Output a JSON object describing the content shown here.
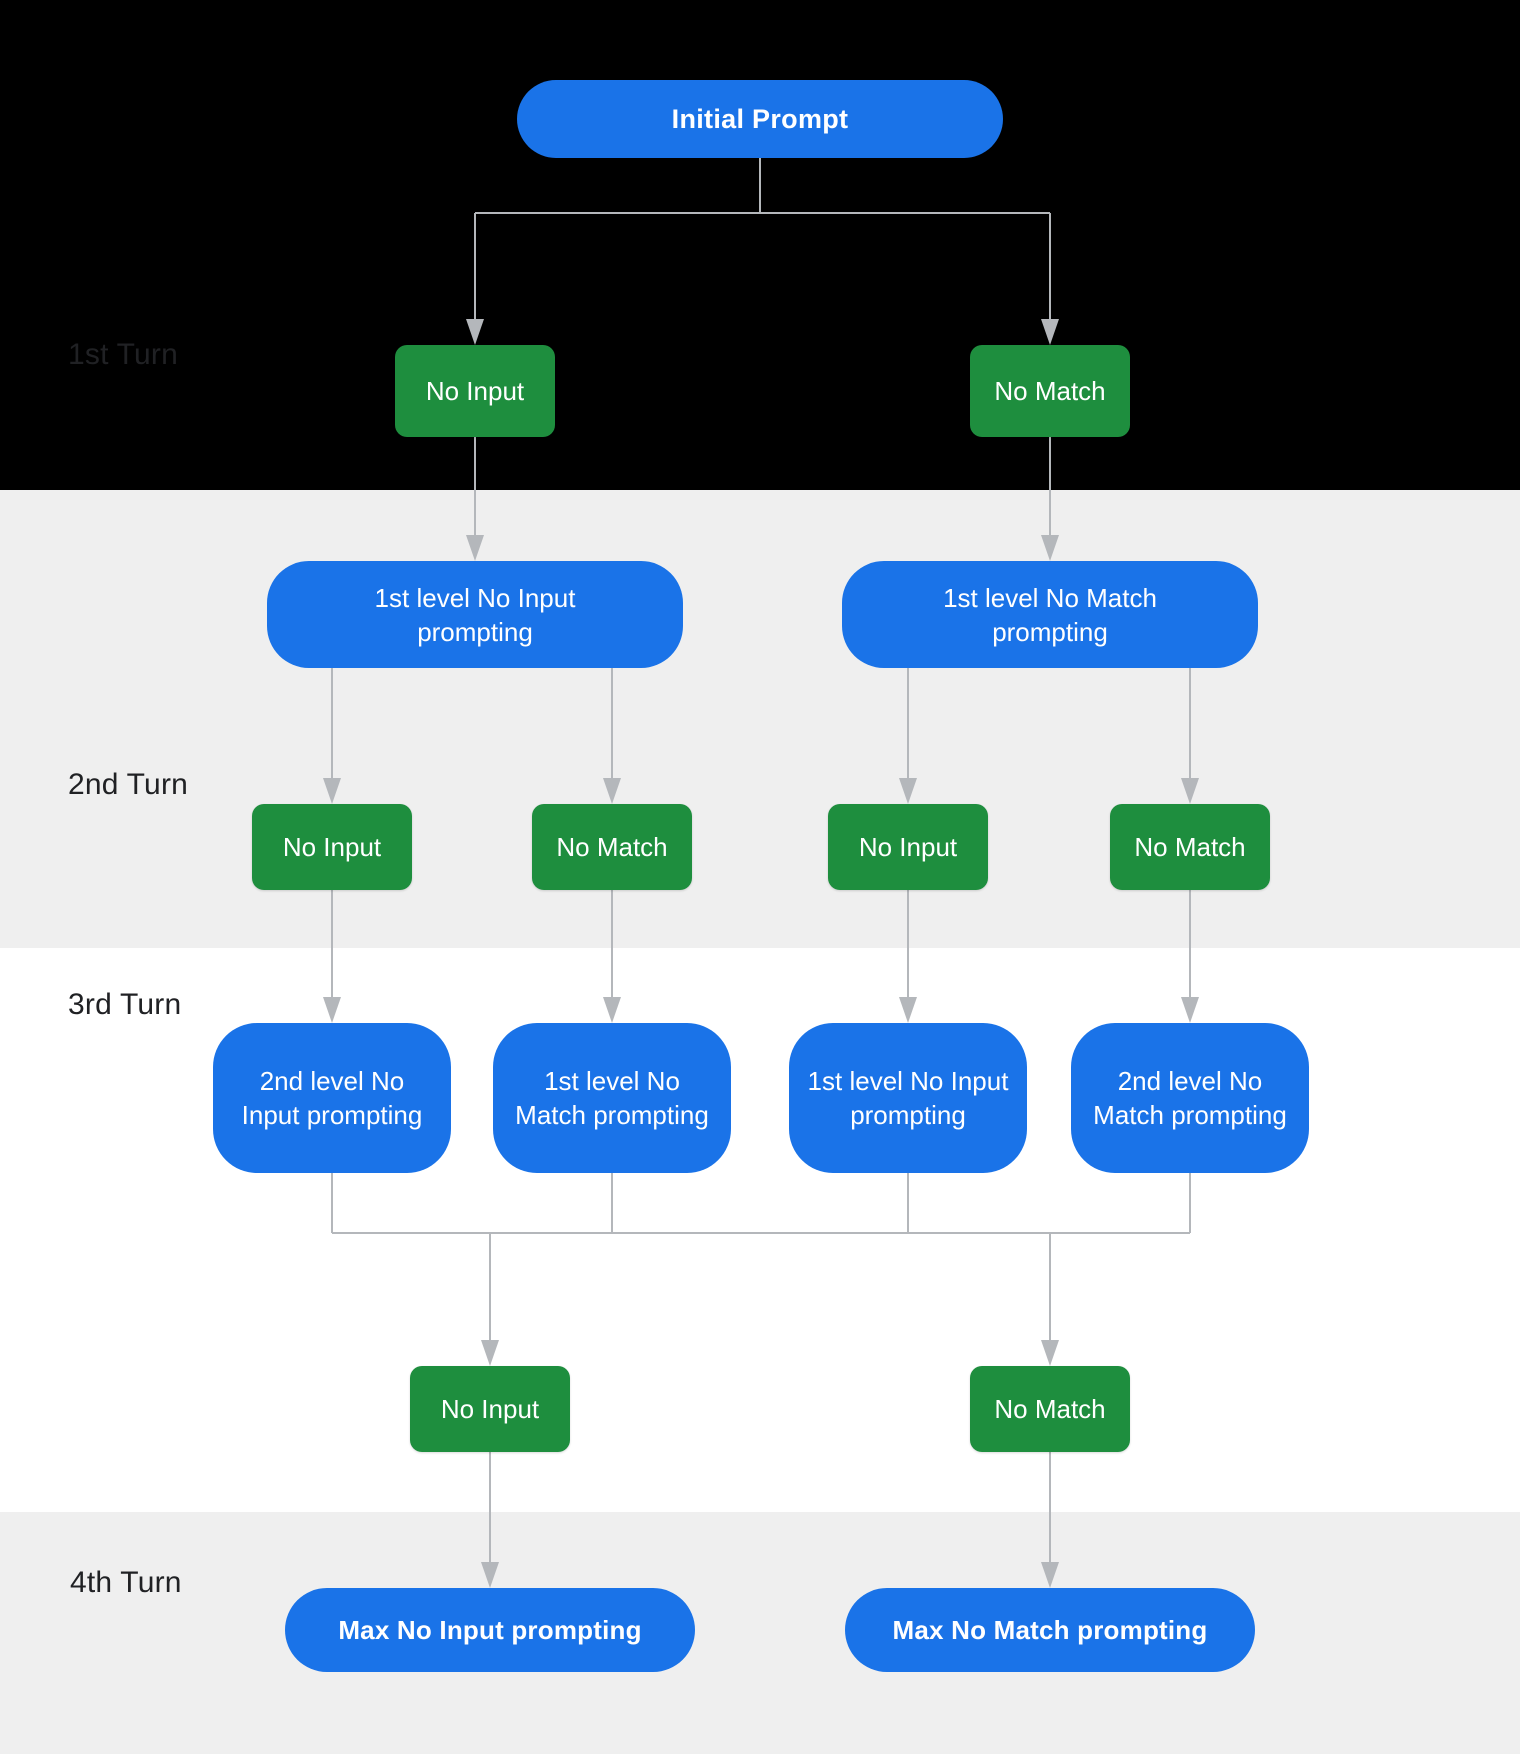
{
  "diagram": {
    "type": "flowchart",
    "turns": [
      {
        "label": "1st Turn"
      },
      {
        "label": "2nd Turn"
      },
      {
        "label": "3rd Turn"
      },
      {
        "label": "4th Turn"
      }
    ],
    "nodes": {
      "initial_prompt": {
        "label": "Initial Prompt"
      },
      "t1_no_input": {
        "label": "No Input"
      },
      "t1_no_match": {
        "label": "No Match"
      },
      "l1_no_input_prompting": {
        "label": "1st level No Input prompting"
      },
      "l1_no_match_prompting": {
        "label": "1st level No Match prompting"
      },
      "t2_no_input_a": {
        "label": "No Input"
      },
      "t2_no_match_a": {
        "label": "No Match"
      },
      "t2_no_input_b": {
        "label": "No Input"
      },
      "t2_no_match_b": {
        "label": "No Match"
      },
      "l2_no_input_prompting": {
        "label": "2nd level No Input prompting"
      },
      "l1_no_match_prompting_2": {
        "label": "1st level No Match prompting"
      },
      "l1_no_input_prompting_2": {
        "label": "1st level No Input prompting"
      },
      "l2_no_match_prompting": {
        "label": "2nd level No Match prompting"
      },
      "t3_no_input": {
        "label": "No Input"
      },
      "t3_no_match": {
        "label": "No Match"
      },
      "max_no_input_prompting": {
        "label": "Max No Input prompting"
      },
      "max_no_match_prompting": {
        "label": "Max No Match prompting"
      }
    },
    "colors": {
      "node-blue": "#1a73e8",
      "node-green": "#1e8e3e",
      "connector": "#b4b7bb",
      "label-dark": "#202124",
      "section-black": "#000000",
      "section-gray": "#efefef",
      "section-white": "#ffffff"
    }
  }
}
